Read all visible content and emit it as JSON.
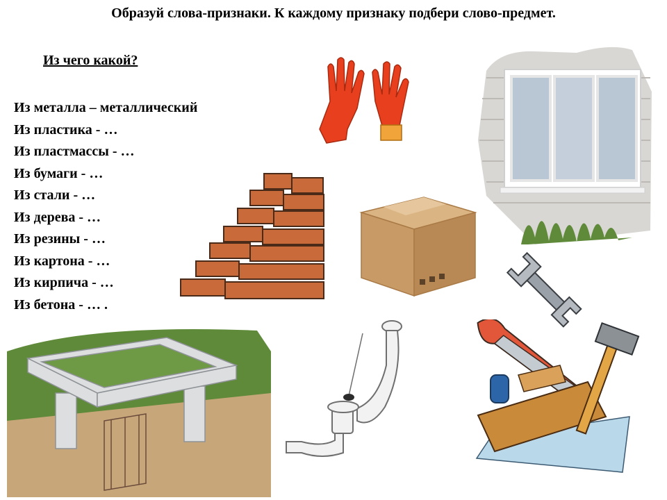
{
  "slide": {
    "title": "Образуй слова-признаки. К каждому признаку подбери слово-предмет.",
    "subtitle": "Из чего какой?",
    "lines": [
      "Из металла – металлический",
      "Из пластика - …",
      "Из пластмассы - …",
      "Из бумаги - …",
      "Из стали - …",
      "Из дерева - …",
      "Из резины - …",
      "Из картона - …",
      "Из кирпича - …",
      "Из бетона - … ."
    ]
  },
  "illustrations": [
    {
      "id": "rubber-gloves",
      "icon": "gloves-icon"
    },
    {
      "id": "plastic-window",
      "icon": "window-icon"
    },
    {
      "id": "brick-wall",
      "icon": "brick-wall-icon"
    },
    {
      "id": "cardboard-box",
      "icon": "box-icon"
    },
    {
      "id": "steel-wrench",
      "icon": "wrench-icon"
    },
    {
      "id": "concrete-foundation",
      "icon": "foundation-icon"
    },
    {
      "id": "plastic-drain-pipe",
      "icon": "pipe-icon"
    },
    {
      "id": "wooden-tools",
      "icon": "tools-icon"
    }
  ],
  "colors": {
    "glove": "#e8401e",
    "brick": "#c96a3b",
    "cardboard": "#c79a66",
    "wood": "#c98a3a",
    "metal": "#a9b0b7",
    "grass": "#5f8a3a"
  }
}
